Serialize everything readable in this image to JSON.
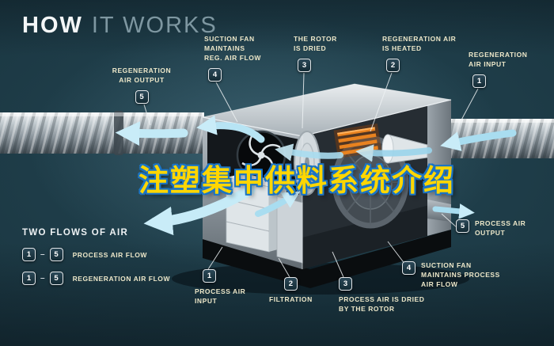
{
  "title": {
    "bold": "HOW",
    "light": "IT WORKS"
  },
  "overlay": {
    "text": "注塑集中供料系统介绍"
  },
  "callouts": [
    {
      "id": "regeneration-air-output",
      "num": "5",
      "label": "REGENERATION\nAIR OUTPUT"
    },
    {
      "id": "suction-fan-reg-air-flow",
      "num": "4",
      "label": "SUCTION FAN\nMAINTAINS\nREG. AIR FLOW"
    },
    {
      "id": "the-rotor-is-dried",
      "num": "3",
      "label": "THE ROTOR\nIS DRIED"
    },
    {
      "id": "regeneration-air-is-heated",
      "num": "2",
      "label": "REGENERATION AIR\nIS HEATED"
    },
    {
      "id": "regeneration-air-input",
      "num": "1",
      "label": "REGENERATION\nAIR INPUT"
    },
    {
      "id": "process-air-output",
      "num": "5",
      "label": "PROCESS AIR\nOUTPUT"
    },
    {
      "id": "suction-fan-process-air-flow",
      "num": "4",
      "label": "SUCTION FAN\nMAINTAINS PROCESS\nAIR FLOW"
    },
    {
      "id": "process-air-dried-by-rotor",
      "num": "3",
      "label": "PROCESS AIR IS DRIED\nBY THE ROTOR"
    },
    {
      "id": "filtration",
      "num": "2",
      "label": "FILTRATION"
    },
    {
      "id": "process-air-input",
      "num": "1",
      "label": "PROCESS AIR\nINPUT"
    }
  ],
  "legend": {
    "title": "TWO FLOWS OF AIR",
    "rows": [
      {
        "start": "1",
        "dash": "–",
        "end": "5",
        "label": "PROCESS AIR FLOW"
      },
      {
        "start": "1",
        "dash": "–",
        "end": "5",
        "label": "REGENERATION AIR FLOW"
      }
    ]
  },
  "colors": {
    "label_text": "#ece7c9",
    "overlay_fill": "#ffd600",
    "overlay_outline": "#1b74c5",
    "arrow_blue": "#b5e3f3",
    "background": "#1b3742"
  }
}
